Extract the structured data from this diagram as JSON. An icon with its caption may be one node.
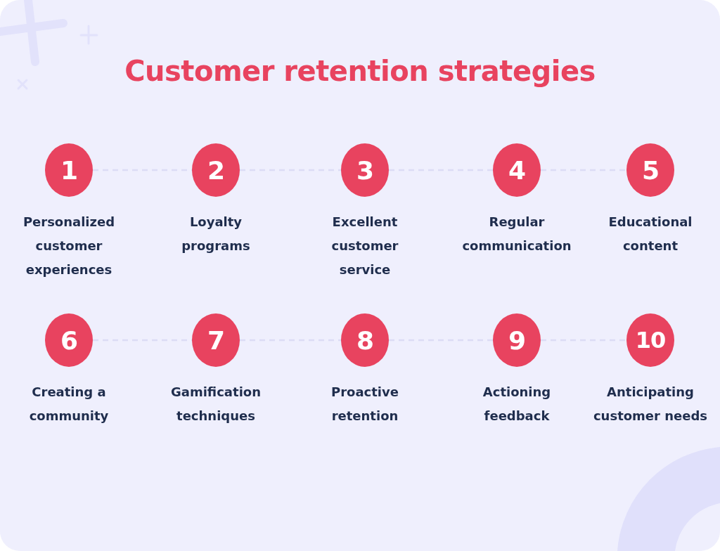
{
  "diagram": {
    "title": "Customer retention strategies",
    "nodes": [
      {
        "text": [
          "1"
        ],
        "beside": [
          "Personalized customer experiences"
        ]
      },
      {
        "text": [
          "2"
        ],
        "beside": [
          "Loyalty programs"
        ]
      },
      {
        "text": [
          "3"
        ],
        "beside": [
          "Excellent customer service"
        ]
      },
      {
        "text": [
          "4"
        ],
        "beside": [
          "Regular communication"
        ]
      },
      {
        "text": [
          "5"
        ],
        "beside": [
          "Educational content"
        ]
      },
      {
        "text": [
          "6"
        ],
        "beside": [
          "Creating a community"
        ]
      },
      {
        "text": [
          "7"
        ],
        "beside": [
          "Gamification techniques"
        ]
      },
      {
        "text": [
          "8"
        ],
        "beside": [
          "Proactive retention"
        ]
      },
      {
        "text": [
          "9"
        ],
        "beside": [
          "Actioning feedback"
        ]
      },
      {
        "text": [
          "10"
        ],
        "beside": [
          "Anticipating customer needs"
        ]
      }
    ],
    "edges": [
      {
        "from": 0,
        "to": 1,
        "arrow": "none",
        "style": "dashed"
      },
      {
        "from": 1,
        "to": 2,
        "arrow": "none",
        "style": "dashed"
      },
      {
        "from": 2,
        "to": 3,
        "arrow": "none",
        "style": "dashed"
      },
      {
        "from": 3,
        "to": 4,
        "arrow": "none",
        "style": "dashed"
      },
      {
        "from": 5,
        "to": 6,
        "arrow": "none",
        "style": "dashed"
      },
      {
        "from": 6,
        "to": 7,
        "arrow": "none",
        "style": "dashed"
      },
      {
        "from": 7,
        "to": 8,
        "arrow": "none",
        "style": "dashed"
      },
      {
        "from": 8,
        "to": 9,
        "arrow": "none",
        "style": "dashed"
      }
    ]
  }
}
